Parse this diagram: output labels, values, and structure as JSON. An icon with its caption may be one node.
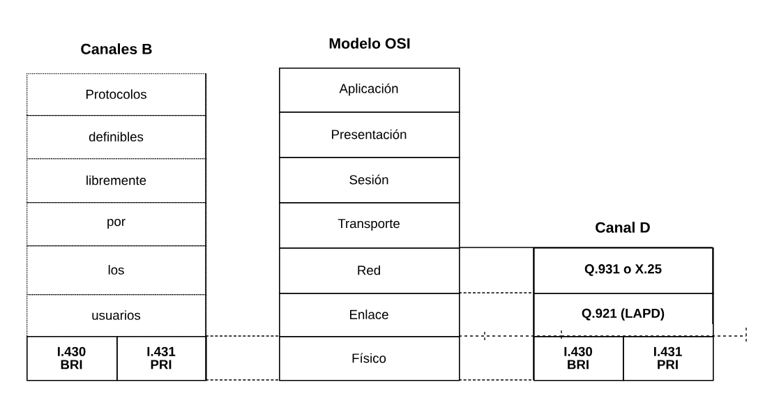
{
  "diagram": {
    "nodes": [
      {
        "text": [
          "Protocolos"
        ]
      },
      {
        "text": [
          "definibles"
        ]
      },
      {
        "text": [
          "libremente"
        ]
      },
      {
        "text": [
          "por"
        ]
      },
      {
        "text": [
          "los"
        ]
      },
      {
        "text": [
          "usuarios"
        ]
      },
      {
        "text": [
          "I.430 BRI"
        ]
      },
      {
        "text": [
          "I.431 PRI"
        ]
      },
      {
        "text": [
          "Aplicación"
        ]
      },
      {
        "text": [
          "Presentación"
        ]
      },
      {
        "text": [
          "Sesión"
        ]
      },
      {
        "text": [
          "Transporte"
        ]
      },
      {
        "text": [
          "Red"
        ]
      },
      {
        "text": [
          "Enlace"
        ]
      },
      {
        "text": [
          "Físico"
        ]
      },
      {
        "text": [
          "Q.931 o X.25"
        ]
      },
      {
        "text": [
          "Q.921 (LAPD)"
        ]
      },
      {
        "text": [
          "I.430 BRI"
        ]
      },
      {
        "text": [
          "I.431 PRI"
        ]
      }
    ],
    "labels": [
      "Canales B",
      "Modelo OSI",
      "Canal D"
    ]
  }
}
